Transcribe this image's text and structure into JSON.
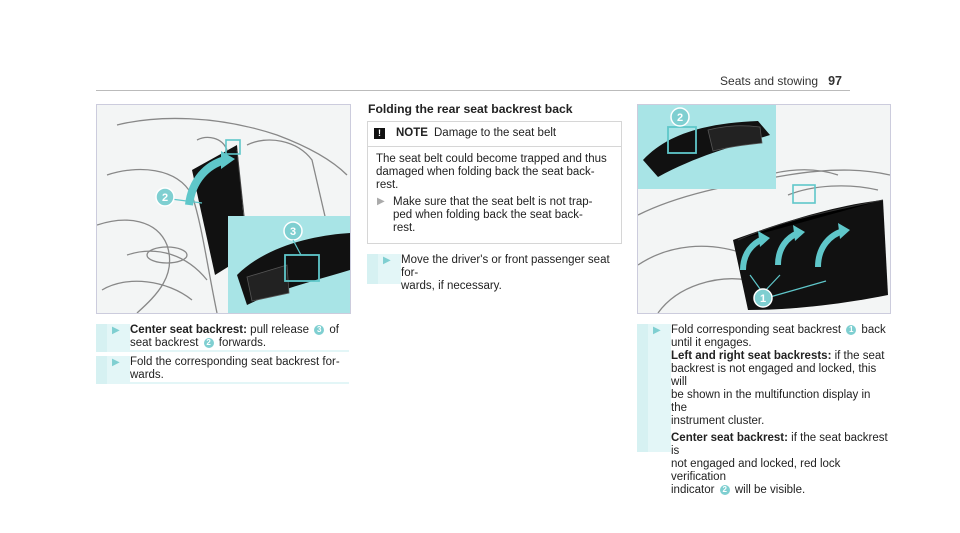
{
  "header": {
    "section": "Seats and stowing",
    "page": "97"
  },
  "fig_left": {
    "markers": [
      "2",
      "3"
    ]
  },
  "fig_right": {
    "markers": [
      "2",
      "1"
    ]
  },
  "col1": {
    "step1_bold": "Center seat backrest:",
    "step1_a": " pull release ",
    "step1_m1": "3",
    "step1_b": " of",
    "step1_c": "seat backrest ",
    "step1_m2": "2",
    "step1_d": " forwards.",
    "step2_a": "Fold the corresponding seat backrest for-",
    "step2_b": "wards."
  },
  "col2": {
    "heading": "Folding the rear seat backrest back",
    "note_label": "NOTE",
    "note_title": "Damage to the seat belt",
    "note_l1": "The seat belt could become trapped and thus",
    "note_l2": "damaged when folding back the seat back-",
    "note_l3": "rest.",
    "note_s1": "Make sure that the seat belt is not trap-",
    "note_s2": "ped when folding back the seat back-",
    "note_s3": "rest.",
    "step_a": "Move the driver's or front passenger seat for-",
    "step_b": "wards, if necessary."
  },
  "col3": {
    "l1a": "Fold corresponding seat backrest ",
    "l1m": "1",
    "l1b": " back",
    "l2": "until it engages.",
    "l3_bold": "Left and right seat backrests:",
    "l3": " if the seat",
    "l4": "backrest is not engaged and locked, this will",
    "l5": "be shown in the multifunction display in the",
    "l6": "instrument cluster.",
    "l7_bold": "Center seat backrest:",
    "l7": " if the seat backrest is",
    "l8": "not engaged and locked, red lock verification",
    "l9a": "indicator ",
    "l9m": "2",
    "l9b": " will be visible."
  }
}
